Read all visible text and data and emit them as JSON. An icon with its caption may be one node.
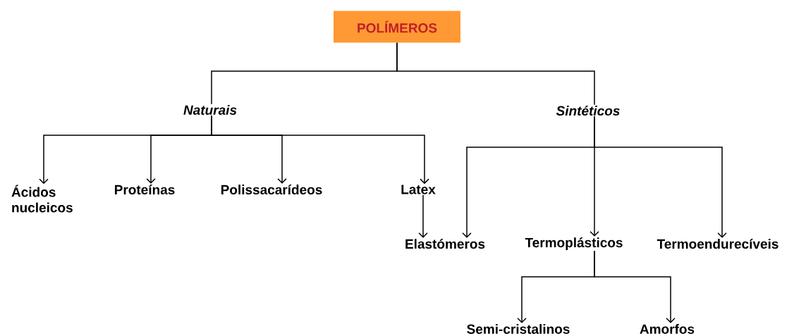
{
  "diagram": {
    "nodes": [
      {
        "text": [
          "POLÍMEROS"
        ]
      },
      {
        "text": [
          "Naturais"
        ]
      },
      {
        "text": [
          "Sintéticos"
        ]
      },
      {
        "text": [
          "Ácidos nucleicos"
        ]
      },
      {
        "text": [
          "Proteínas"
        ]
      },
      {
        "text": [
          "Polissacarídeos"
        ]
      },
      {
        "text": [
          "Latex"
        ]
      },
      {
        "text": [
          "Elastómeros"
        ]
      },
      {
        "text": [
          "Termoplásticos"
        ]
      },
      {
        "text": [
          "Termoendurecíveis"
        ]
      },
      {
        "text": [
          "Semi-cristalinos"
        ]
      },
      {
        "text": [
          "Amorfos"
        ]
      }
    ],
    "edges": [
      {
        "from": 0,
        "to": 1,
        "arrow": "none"
      },
      {
        "from": 0,
        "to": 2,
        "arrow": "none"
      },
      {
        "from": 1,
        "to": 3,
        "arrow": "to"
      },
      {
        "from": 1,
        "to": 4,
        "arrow": "to"
      },
      {
        "from": 1,
        "to": 5,
        "arrow": "to"
      },
      {
        "from": 1,
        "to": 6,
        "arrow": "to"
      },
      {
        "from": 6,
        "to": 7,
        "arrow": "to"
      },
      {
        "from": 2,
        "to": 7,
        "arrow": "to"
      },
      {
        "from": 2,
        "to": 8,
        "arrow": "to"
      },
      {
        "from": 2,
        "to": 9,
        "arrow": "to"
      },
      {
        "from": 8,
        "to": 10,
        "arrow": "to"
      },
      {
        "from": 8,
        "to": 11,
        "arrow": "to"
      }
    ]
  }
}
